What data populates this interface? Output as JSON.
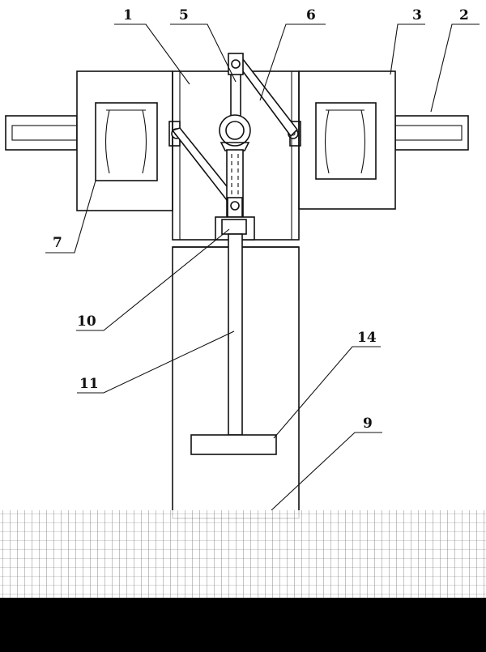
{
  "labels": {
    "l1": "1",
    "l2": "2",
    "l3": "3",
    "l5": "5",
    "l6": "6",
    "l7": "7",
    "l9": "9",
    "l10": "10",
    "l11": "11",
    "l14": "14"
  },
  "colors": {
    "line": "#111111",
    "background": "#ffffff",
    "bottom_band": "#000000"
  }
}
